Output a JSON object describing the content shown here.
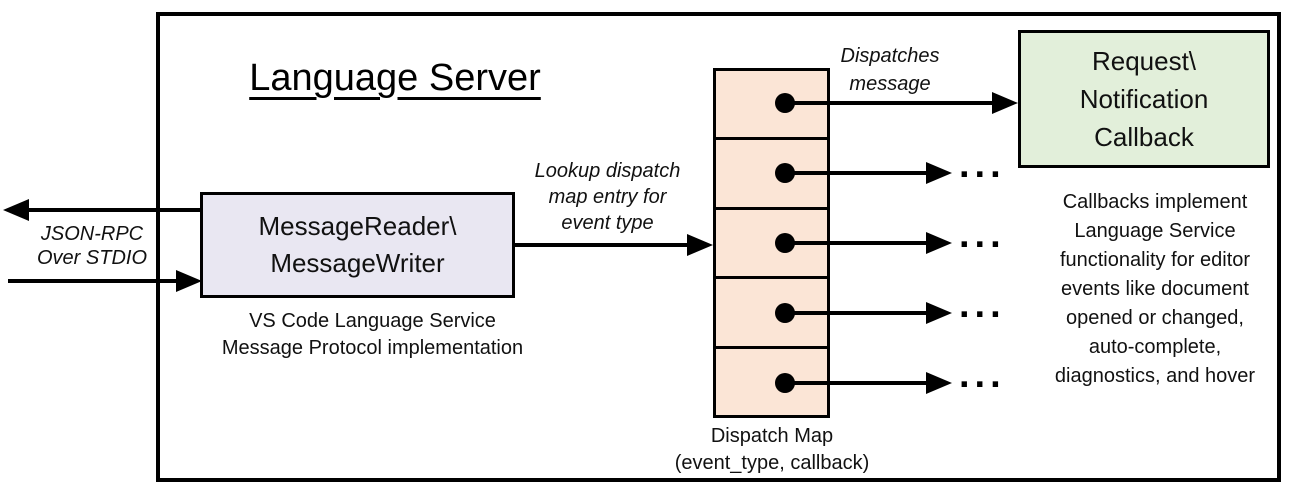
{
  "frame": {
    "title": "Language Server"
  },
  "stdio": {
    "label": "JSON-RPC\nOver STDIO"
  },
  "reader": {
    "label": "MessageReader\\\nMessageWriter",
    "caption": "VS Code Language Service\nMessage Protocol implementation",
    "fill": "#E9E7F2"
  },
  "lookup": {
    "label": "Lookup dispatch\nmap entry for\nevent type"
  },
  "dispatch": {
    "label": "Dispatches\nmessage",
    "map_caption": "Dispatch Map\n(event_type, callback)",
    "row_count": 5,
    "cell_fill": "#FBE5D6",
    "ellipsis": "..."
  },
  "callback": {
    "label": "Request\\\nNotification\nCallback",
    "fill": "#E2EFDA",
    "note": "Callbacks implement\nLanguage Service\nfunctionality for editor\nevents like document\nopened or changed,\nauto-complete,\ndiagnostics, and hover"
  },
  "colors": {
    "line": "#000000",
    "background": "#FFFFFF"
  }
}
